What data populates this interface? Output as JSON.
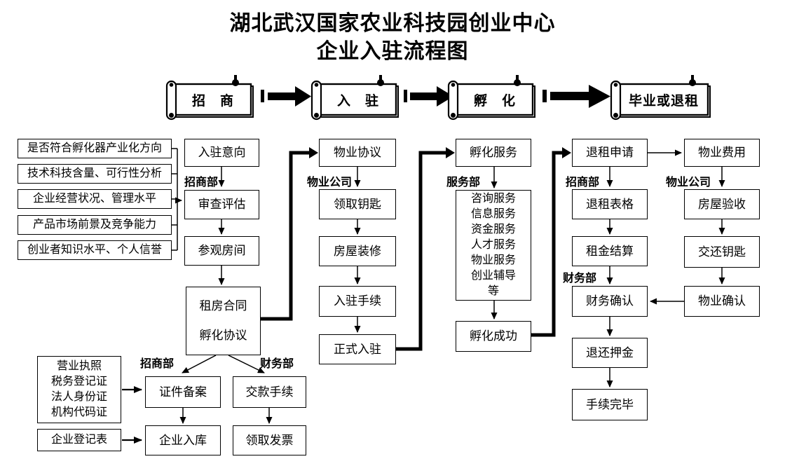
{
  "title": {
    "line1": "湖北武汉国家农业科技园创业中心",
    "line2": "企业入驻流程图"
  },
  "banners": {
    "b1": "招　商",
    "b2": "入　驻",
    "b3": "孵　化",
    "b4": "毕业或退租"
  },
  "labels": {
    "dept_zhaoshang": "招商部",
    "dept_wuye": "物业公司",
    "dept_fuwu": "服务部",
    "dept_caiwu": "财务部"
  },
  "criteria": [
    "是否符合孵化器产业化方向",
    "技术科技含量、可行性分析",
    "企业经营状况、管理水平",
    "产品市场前景及竞争能力",
    "创业者知识水平、个人信誉"
  ],
  "nodes": {
    "intent": "入驻意向",
    "review": "审查评估",
    "visit": "参观房间",
    "contract_line1": "租房合同",
    "contract_line2": "孵化协议",
    "doc1": "营业执照",
    "doc2": "税务登记证",
    "doc3": "法人身份证",
    "doc4": "机构代码证",
    "reg_form": "企业登记表",
    "cert_filing": "证件备案",
    "payment": "交款手续",
    "db_entry": "企业入库",
    "invoice": "领取发票",
    "property_agreement": "物业协议",
    "get_keys": "领取钥匙",
    "renovation": "房屋装修",
    "checkin_procedure": "入驻手续",
    "official_checkin": "正式入驻",
    "incubation_service": "孵化服务",
    "svc1": "咨询服务",
    "svc2": "信息服务",
    "svc3": "资金服务",
    "svc4": "人才服务",
    "svc5": "物业服务",
    "svc6": "创业辅导",
    "svc7": "等",
    "incubation_success": "孵化成功",
    "exit_apply": "退租申请",
    "exit_form": "退租表格",
    "rent_settlement": "租金结算",
    "finance_confirm": "财务确认",
    "deposit_return": "退还押金",
    "procedure_complete": "手续完毕",
    "property_fee": "物业费用",
    "house_inspection": "房屋验收",
    "return_keys": "交还钥匙",
    "property_confirm": "物业确认"
  },
  "colors": {
    "line": "#000000",
    "background": "#ffffff"
  }
}
